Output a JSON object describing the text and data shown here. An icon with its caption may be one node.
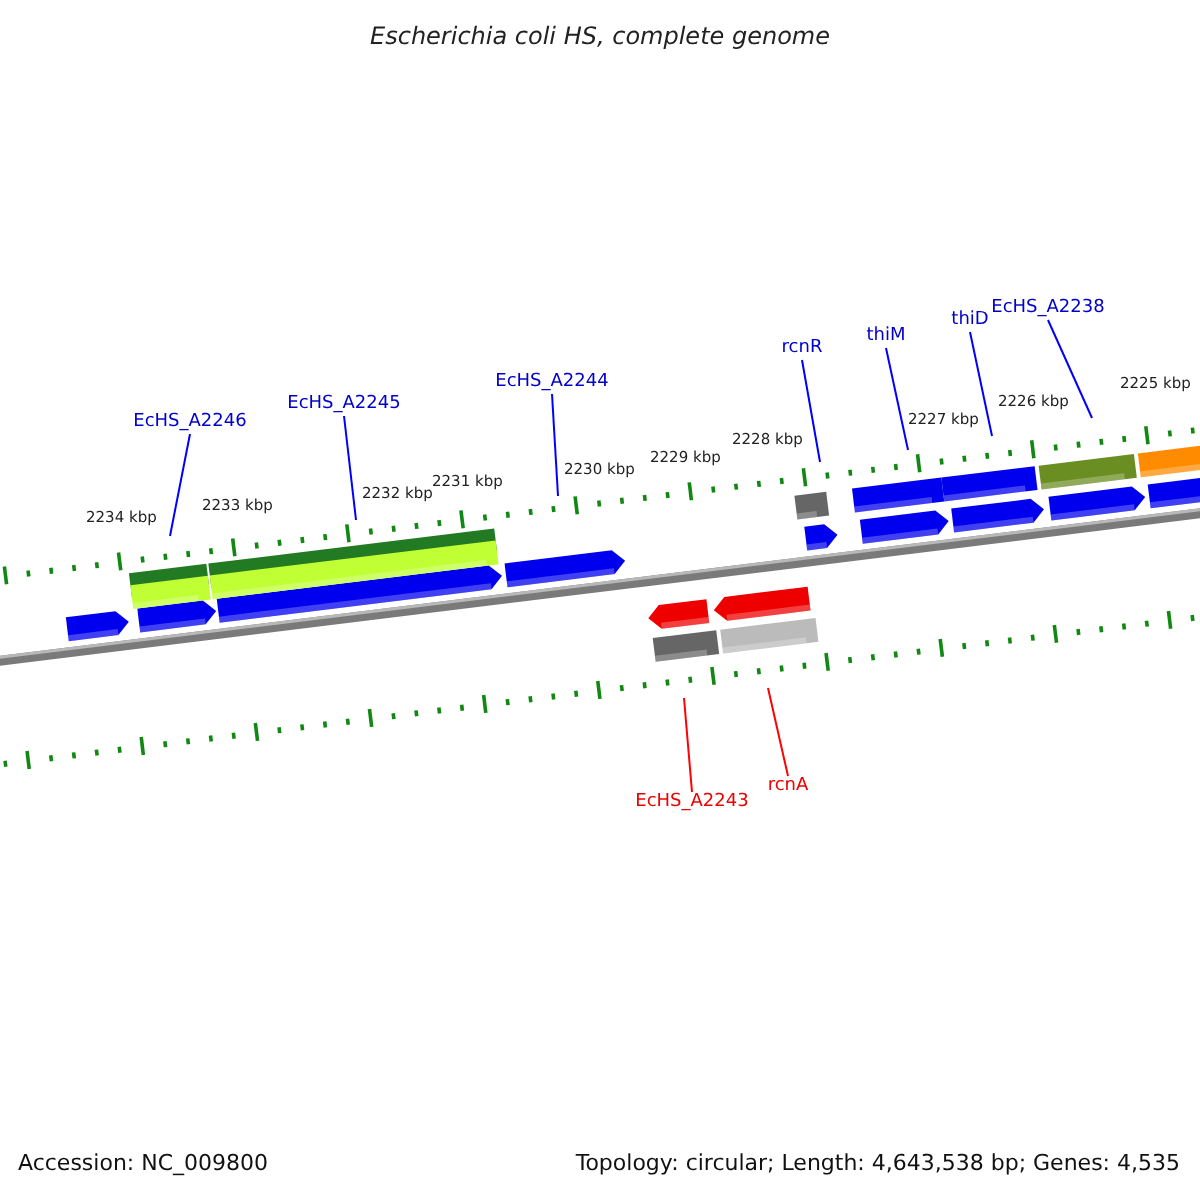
{
  "diagram": {
    "title": "Escherichia coli HS, complete genome",
    "nodes": [
      {
        "text": [
          "EcHS_A2246"
        ]
      },
      {
        "text": [
          "EcHS_A2245"
        ]
      },
      {
        "text": [
          "EcHS_A2244"
        ]
      },
      {
        "text": [
          "rcnR"
        ]
      },
      {
        "text": [
          "thiM"
        ]
      },
      {
        "text": [
          "thiD"
        ]
      },
      {
        "text": [
          "EcHS_A2238"
        ]
      },
      {
        "text": [
          "EcHS_A2243"
        ]
      },
      {
        "text": [
          "rcnA"
        ]
      }
    ],
    "edges": [
      {
        "from": 0,
        "to": null,
        "arrow": "none"
      },
      {
        "from": 1,
        "to": null,
        "arrow": "none"
      },
      {
        "from": 2,
        "to": null,
        "arrow": "none"
      },
      {
        "from": 3,
        "to": null,
        "arrow": "none"
      },
      {
        "from": 4,
        "to": null,
        "arrow": "none"
      },
      {
        "from": 5,
        "to": null,
        "arrow": "none"
      },
      {
        "from": 6,
        "to": null,
        "arrow": "none"
      },
      {
        "from": 7,
        "to": null,
        "arrow": "none",
        "color": "#ff0000"
      },
      {
        "from": 8,
        "to": null,
        "arrow": "none",
        "color": "#ff0000"
      }
    ],
    "labels": [
      "2234 kbp",
      "2233 kbp",
      "2232 kbp",
      "2231 kbp",
      "2230 kbp",
      "2229 kbp",
      "2228 kbp",
      "2227 kbp",
      "2226 kbp",
      "2225 kbp",
      "Accession: NC_009800",
      "Topology: circular; Length: 4,643,538 bp; Genes: 4,535"
    ]
  }
}
